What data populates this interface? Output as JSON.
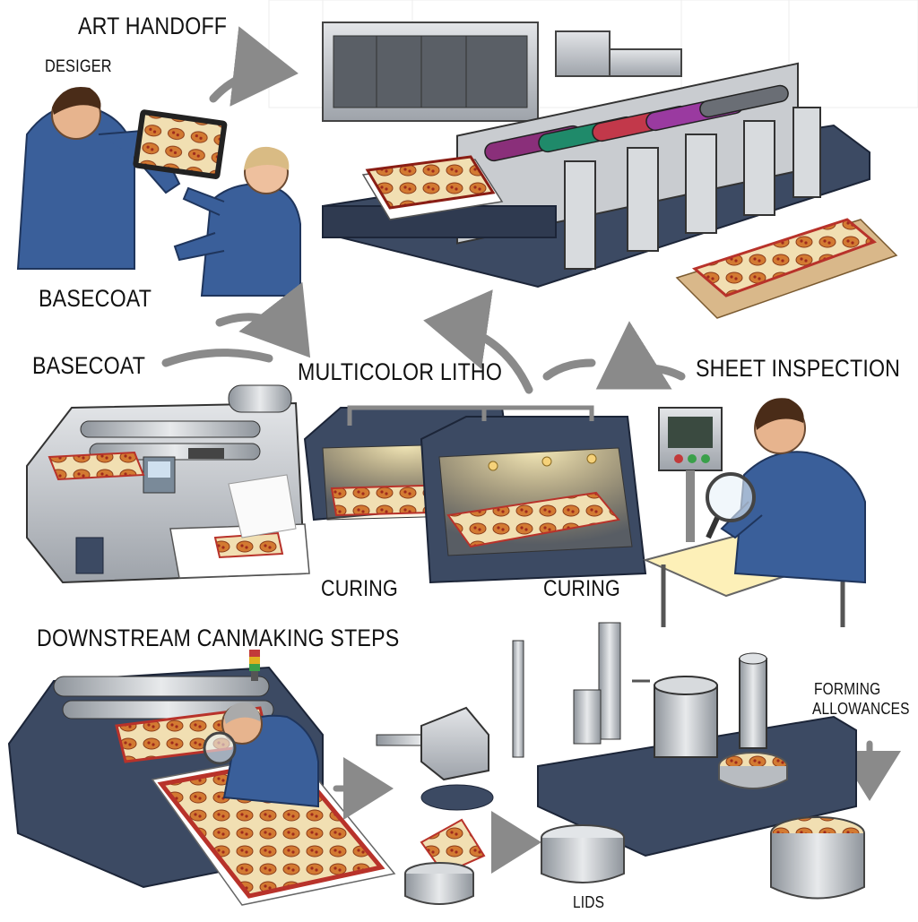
{
  "labels": {
    "art_handoff": "ART HANDOFF",
    "desiger": "DESIGER",
    "basecoat_top": "BASECOAT",
    "basecoat_mid": "BASECOAT",
    "multicolor_litho": "MULTICOLOR LITHO",
    "sheet_inspection": "SHEET INSPECTION",
    "curing_left": "CURING",
    "curing_right": "CURING",
    "downstream": "DOWNSTREAM CANMAKING STEPS",
    "forming_line1": "FORMING",
    "forming_line2": "ALLOWANCES",
    "lids": "LIDS"
  },
  "colors": {
    "machine_body": "#c9ccd0",
    "machine_dark": "#3c4a63",
    "worker_uniform": "#3a5f9a",
    "print_red": "#b8322a",
    "print_cream": "#f1dfb2",
    "arrow_gray": "#8a8a8a",
    "lamp_glow": "#f6d27a"
  }
}
